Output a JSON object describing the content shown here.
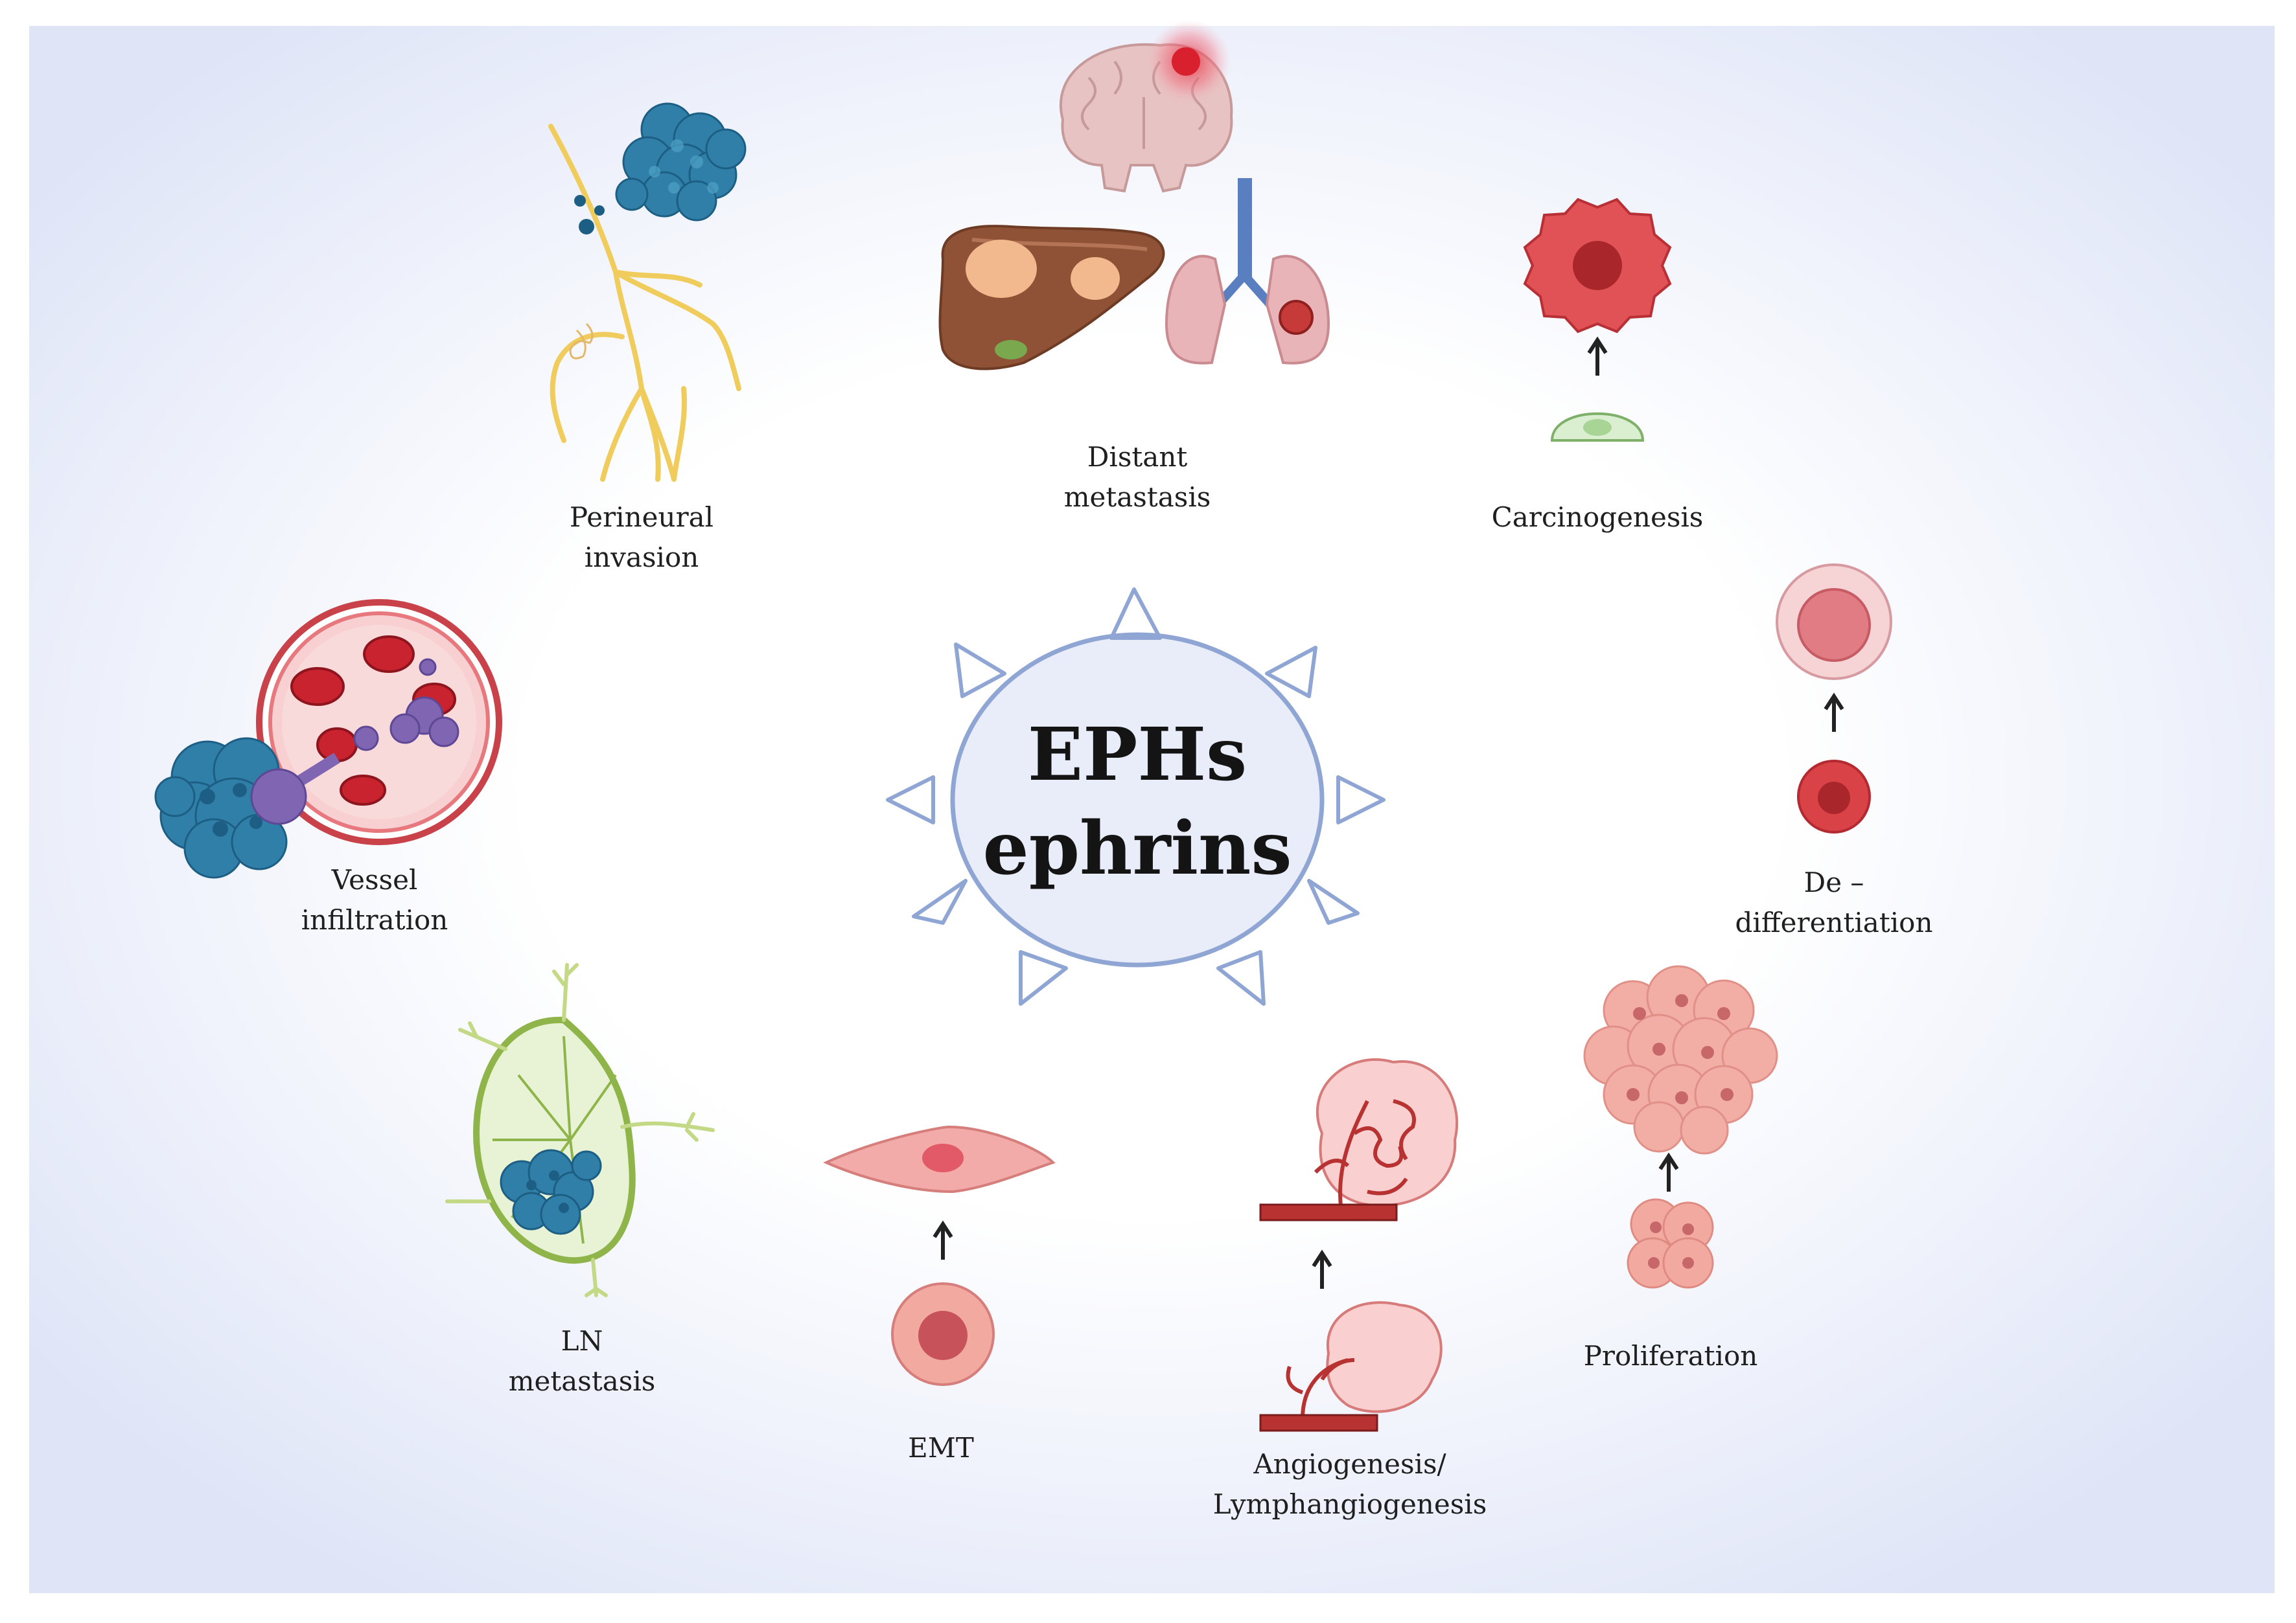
{
  "center": {
    "line1": "EPHs",
    "line2": "ephrins"
  },
  "labels": {
    "distant_metastasis": [
      "Distant",
      "metastasis"
    ],
    "carcinogenesis": [
      "Carcinogenesis"
    ],
    "perineural_invasion": [
      "Perineural",
      "invasion"
    ],
    "vessel_infiltration": [
      "Vessel",
      "infiltration"
    ],
    "de_differentiation": [
      "De –",
      "differentiation"
    ],
    "ln_metastasis": [
      "LN",
      "metastasis"
    ],
    "emt": [
      "EMT"
    ],
    "angiogenesis": [
      "Angiogenesis/",
      "Lymphangiogenesis"
    ],
    "proliferation": [
      "Proliferation"
    ]
  },
  "colors": {
    "background": "#e3e8f8",
    "center_fill": "#e6ecf8",
    "center_stroke": "#8fa5d3",
    "tumor_blue": "#2f7fa8",
    "cancer_red": "#d63a3a",
    "nerve_yellow": "#f0cc5c",
    "lymph_green": "#8fb54a"
  }
}
